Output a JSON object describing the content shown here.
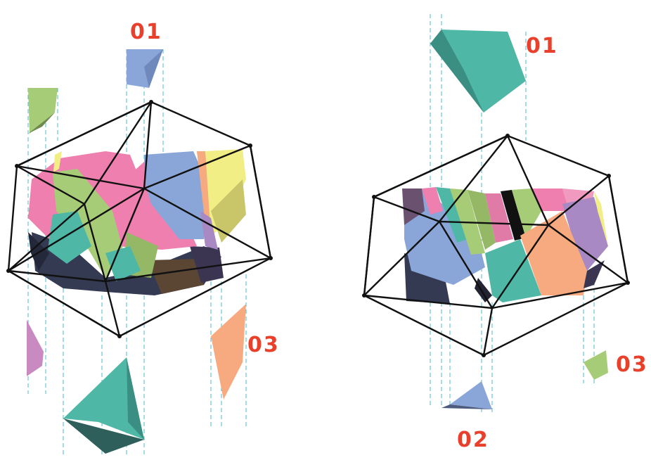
{
  "figure": {
    "left_labels": {
      "top": "01",
      "right": "03"
    },
    "right_labels": {
      "top": "01",
      "bottom": "02",
      "right": "03"
    }
  },
  "colors": {
    "label": "#e8402a",
    "pink": "#ee7fae",
    "green": "#a7cc78",
    "blue": "#8aa6d8",
    "teal": "#4fb7a6",
    "yellow": "#f0ee84",
    "peach": "#f7a97f",
    "purple": "#a889c4",
    "orchid": "#c88ac0",
    "dark": "#343a52",
    "black": "#111111",
    "guide": "#4db8c8"
  }
}
